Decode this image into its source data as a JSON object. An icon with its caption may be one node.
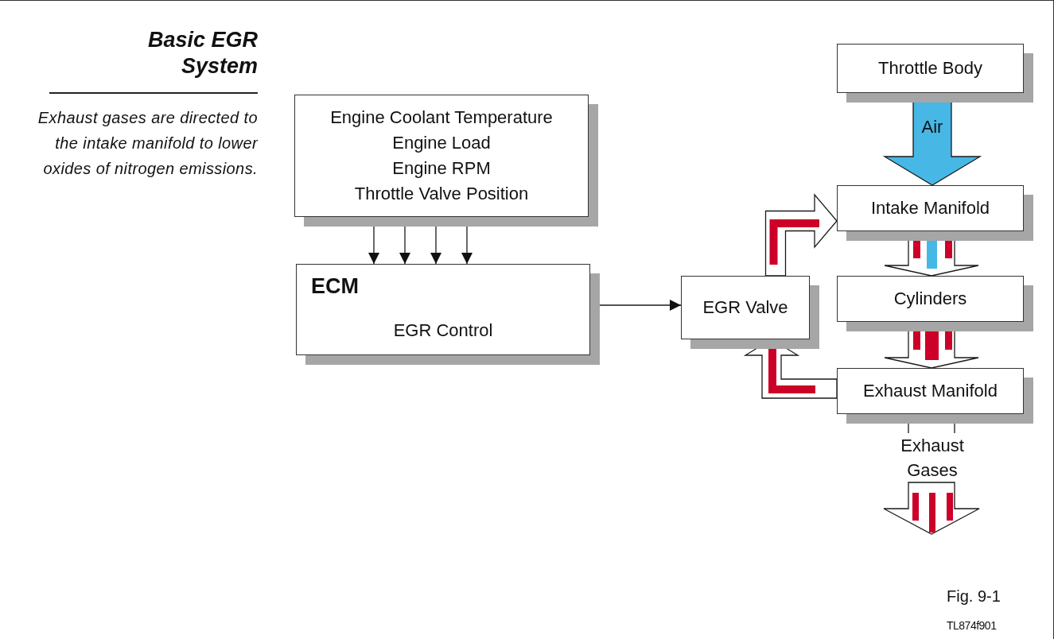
{
  "diagram": {
    "title": "Basic EGR System",
    "caption": "Exhaust gases are directed to the intake manifold to lower oxides of nitrogen emissions.",
    "nodes": [
      {
        "text": [
          "Engine Coolant Temperature",
          "Engine Load",
          "Engine RPM",
          "Throttle Valve Position"
        ]
      },
      {
        "text": [
          "ECM",
          "EGR Control"
        ]
      },
      {
        "text": [
          "EGR Valve"
        ]
      },
      {
        "text": [
          "Throttle Body"
        ]
      },
      {
        "text": [
          "Intake Manifold"
        ]
      },
      {
        "text": [
          "Cylinders"
        ]
      },
      {
        "text": [
          "Exhaust Manifold"
        ]
      },
      {
        "text": [
          "Exhaust Gases"
        ]
      }
    ],
    "edges": [
      {
        "from": 0,
        "to": 1,
        "arrow": "to"
      },
      {
        "from": 0,
        "to": 1,
        "arrow": "to"
      },
      {
        "from": 0,
        "to": 1,
        "arrow": "to"
      },
      {
        "from": 0,
        "to": 1,
        "arrow": "to"
      },
      {
        "from": 1,
        "to": 2,
        "arrow": "to"
      },
      {
        "from": 3,
        "to": 4,
        "arrow": "to",
        "label": "Air",
        "style": "thick",
        "color": "#47b7e6"
      },
      {
        "from": 2,
        "to": 4,
        "arrow": "to",
        "style": "thick"
      },
      {
        "from": 4,
        "to": 5,
        "arrow": "to",
        "style": "thick"
      },
      {
        "from": 5,
        "to": 6,
        "arrow": "to",
        "style": "thick"
      },
      {
        "from": 6,
        "to": 2,
        "arrow": "to",
        "style": "thick"
      },
      {
        "from": 6,
        "to": 7,
        "arrow": "none",
        "style": "thick"
      },
      {
        "from": 7,
        "to": null,
        "arrow": "to",
        "style": "thick"
      }
    ],
    "labels": [
      "Fig. 9-1",
      "TL874f901"
    ]
  }
}
